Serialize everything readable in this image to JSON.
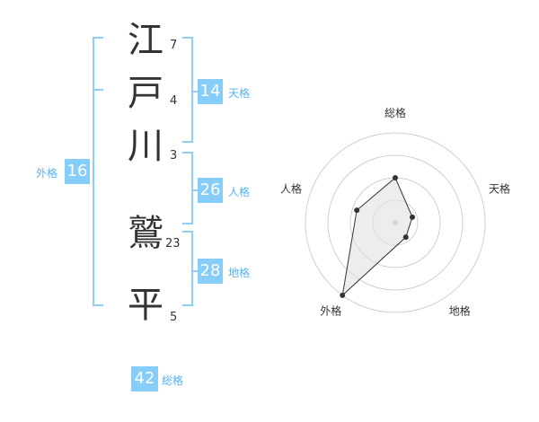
{
  "name_chars": [
    {
      "char": "江",
      "strokes": "7"
    },
    {
      "char": "戸",
      "strokes": "4"
    },
    {
      "char": "川",
      "strokes": "3"
    },
    {
      "char": "鷲",
      "strokes": "23"
    },
    {
      "char": "平",
      "strokes": "5"
    }
  ],
  "tenkaku": {
    "value": "14",
    "label": "天格"
  },
  "jinkaku": {
    "value": "26",
    "label": "人格"
  },
  "chikaku": {
    "value": "28",
    "label": "地格"
  },
  "gaikaku": {
    "value": "16",
    "label": "外格"
  },
  "soukaku": {
    "value": "42",
    "label": "総格"
  },
  "colors": {
    "accent": "#87cdfa",
    "bracket": "#8fcdf5",
    "label": "#5ab2ec"
  },
  "chart_data": {
    "type": "radar",
    "axes": [
      "総格",
      "天格",
      "地格",
      "外格",
      "人格"
    ],
    "values": [
      0.5,
      0.2,
      0.2,
      1.0,
      0.45
    ],
    "rings": 4,
    "grid": true
  }
}
